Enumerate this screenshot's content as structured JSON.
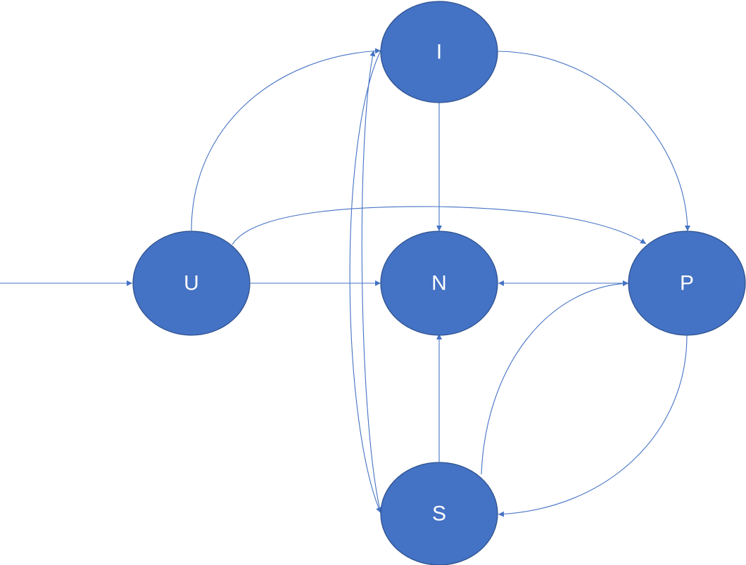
{
  "colors": {
    "node_fill": "#4472C4",
    "node_stroke": "#2F528F",
    "edge": "#4472C4",
    "node_text": "#FFFFFF",
    "background": "#FFFFFF"
  },
  "nodes": [
    {
      "id": "I",
      "label": "I"
    },
    {
      "id": "U",
      "label": "U"
    },
    {
      "id": "N",
      "label": "N"
    },
    {
      "id": "P",
      "label": "P"
    },
    {
      "id": "S",
      "label": "S"
    }
  ],
  "edges": [
    {
      "from": "start",
      "to": "U"
    },
    {
      "from": "U",
      "to": "I"
    },
    {
      "from": "U",
      "to": "N"
    },
    {
      "from": "U",
      "to": "P"
    },
    {
      "from": "I",
      "to": "N"
    },
    {
      "from": "I",
      "to": "P"
    },
    {
      "from": "I",
      "to": "S"
    },
    {
      "from": "S",
      "to": "I"
    },
    {
      "from": "N",
      "to": "P"
    },
    {
      "from": "P",
      "to": "N"
    },
    {
      "from": "S",
      "to": "N"
    },
    {
      "from": "S",
      "to": "P"
    },
    {
      "from": "P",
      "to": "S"
    }
  ]
}
